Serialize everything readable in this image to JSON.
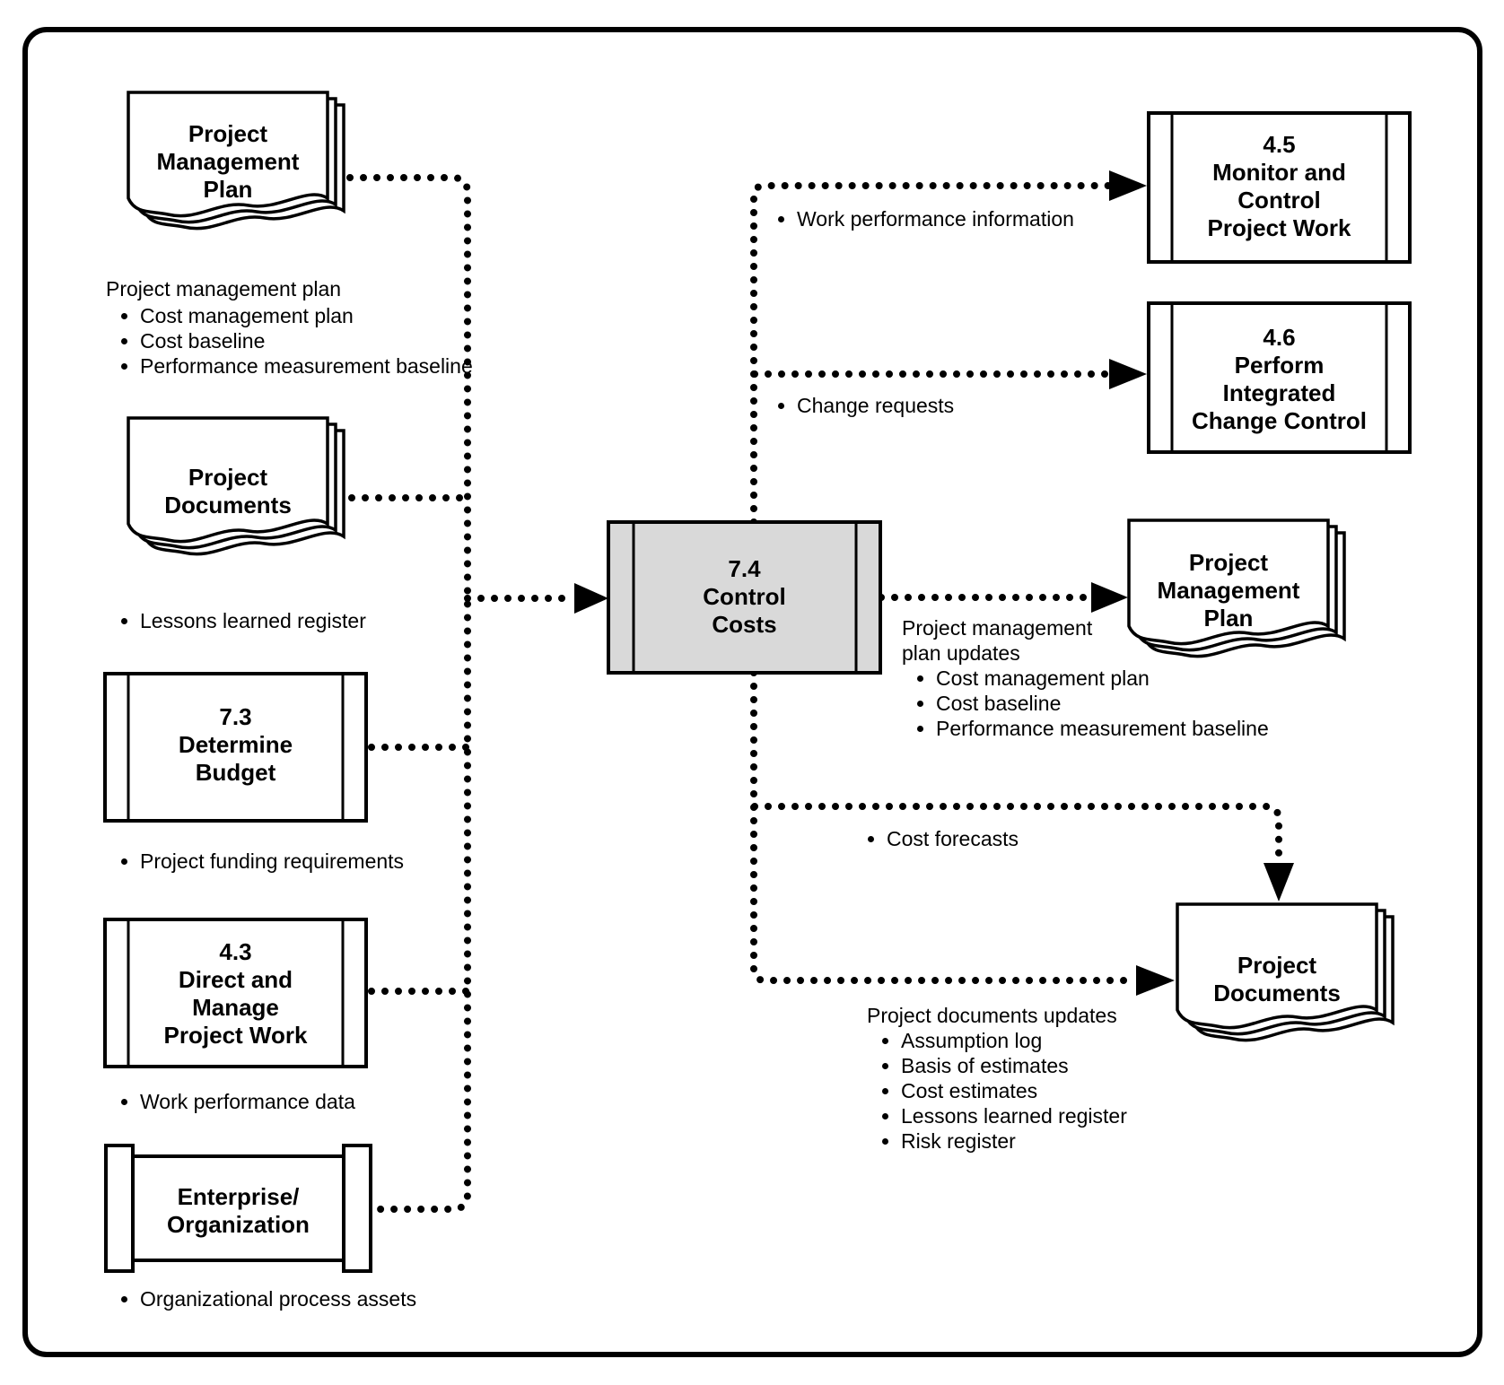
{
  "center_process": {
    "title": "7.4\nControl\nCosts"
  },
  "inputs": [
    {
      "title": "Project\nManagement\nPlan",
      "note_heading": "Project management plan",
      "items": [
        "Cost management plan",
        "Cost baseline",
        "Performance measurement baseline"
      ]
    },
    {
      "title": "Project\nDocuments",
      "items": [
        "Lessons learned register"
      ]
    },
    {
      "title": "7.3\nDetermine\nBudget",
      "items": [
        "Project funding requirements"
      ]
    },
    {
      "title": "4.3\nDirect and\nManage\nProject Work",
      "items": [
        "Work performance data"
      ]
    },
    {
      "title": "Enterprise/\nOrganization",
      "items": [
        "Organizational process assets"
      ]
    }
  ],
  "outputs": [
    {
      "title": "4.5\nMonitor and\nControl\nProject Work",
      "edge_label": "Work performance information"
    },
    {
      "title": "4.6\nPerform\nIntegrated\nChange Control",
      "edge_label": "Change requests"
    },
    {
      "title": "Project\nManagement\nPlan",
      "note_heading": "Project management\nplan updates",
      "items": [
        "Cost management plan",
        "Cost baseline",
        "Performance measurement baseline"
      ]
    },
    {
      "title": "Project\nDocuments",
      "edge_label": "Cost forecasts",
      "note_heading": "Project documents updates",
      "items": [
        "Assumption log",
        "Basis of estimates",
        "Cost estimates",
        "Lessons learned register",
        "Risk register"
      ]
    }
  ]
}
